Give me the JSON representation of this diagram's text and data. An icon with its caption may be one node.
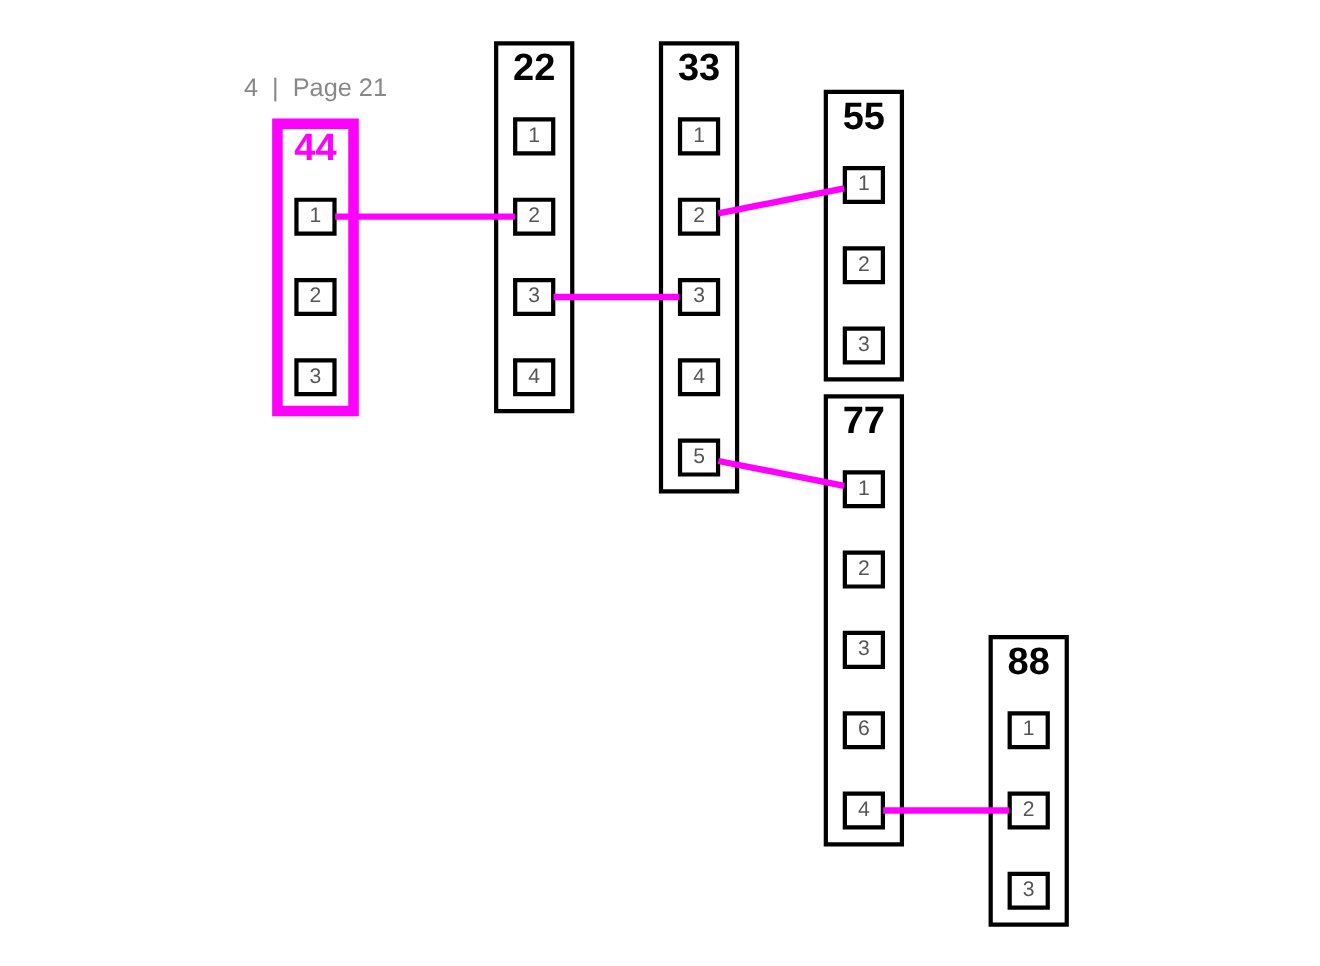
{
  "diagram": {
    "nodes": [
      {
        "text": [
          "22"
        ]
      },
      {
        "text": [
          "1"
        ],
        "in": 0
      },
      {
        "text": [
          "2"
        ],
        "in": 0
      },
      {
        "text": [
          "3"
        ],
        "in": 0
      },
      {
        "text": [
          "4"
        ],
        "in": 0
      },
      {
        "text": [
          "33"
        ]
      },
      {
        "text": [
          "1"
        ],
        "in": 5
      },
      {
        "text": [
          "2"
        ],
        "in": 5
      },
      {
        "text": [
          "3"
        ],
        "in": 5
      },
      {
        "text": [
          "4"
        ],
        "in": 5
      },
      {
        "text": [
          "5"
        ],
        "in": 5
      },
      {
        "text": [
          "44"
        ]
      },
      {
        "text": [
          "1"
        ],
        "in": 11
      },
      {
        "text": [
          "2"
        ],
        "in": 11
      },
      {
        "text": [
          "3"
        ],
        "in": 11
      },
      {
        "text": [
          "55"
        ]
      },
      {
        "text": [
          "1"
        ],
        "in": 15
      },
      {
        "text": [
          "2"
        ],
        "in": 15
      },
      {
        "text": [
          "3"
        ],
        "in": 15
      },
      {
        "text": [
          "77"
        ]
      },
      {
        "text": [
          "1"
        ],
        "in": 19
      },
      {
        "text": [
          "2"
        ],
        "in": 19
      },
      {
        "text": [
          "3"
        ],
        "in": 19
      },
      {
        "text": [
          "6"
        ],
        "in": 19
      },
      {
        "text": [
          "4"
        ],
        "in": 19
      },
      {
        "text": [
          "88"
        ]
      },
      {
        "text": [
          "1"
        ],
        "in": 25
      },
      {
        "text": [
          "2"
        ],
        "in": 25
      },
      {
        "text": [
          "3"
        ],
        "in": 25
      }
    ],
    "edges": [
      {
        "from": 12,
        "to": 2,
        "arrow": "none"
      },
      {
        "from": 3,
        "to": 8,
        "arrow": "none"
      },
      {
        "from": 7,
        "to": 16,
        "arrow": "none"
      },
      {
        "from": 10,
        "to": 20,
        "arrow": "none"
      },
      {
        "from": 24,
        "to": 27,
        "arrow": "none"
      }
    ],
    "labels": [
      "4  |  Page 21"
    ]
  }
}
